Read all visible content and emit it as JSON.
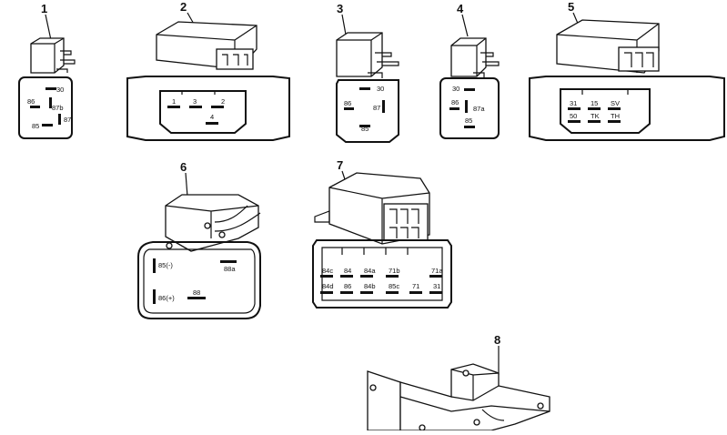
{
  "parts": [
    {
      "number": "1",
      "pins": [
        "30",
        "86",
        "87b",
        "87",
        "85"
      ]
    },
    {
      "number": "2",
      "pins": [
        "1",
        "3",
        "2",
        "4"
      ]
    },
    {
      "number": "3",
      "pins": [
        "30",
        "86",
        "87",
        "85"
      ]
    },
    {
      "number": "4",
      "pins": [
        "30",
        "86",
        "87a",
        "85"
      ]
    },
    {
      "number": "5",
      "pins": [
        "31",
        "15",
        "SV",
        "50",
        "TK",
        "TH"
      ]
    },
    {
      "number": "6",
      "pins": [
        "85(-)",
        "88a",
        "86(+)",
        "88"
      ]
    },
    {
      "number": "7",
      "pins": [
        "84c",
        "84",
        "84a",
        "71b",
        "71a",
        "84d",
        "86",
        "84b",
        "85c",
        "71",
        "31"
      ]
    },
    {
      "number": "8",
      "pins": []
    }
  ]
}
